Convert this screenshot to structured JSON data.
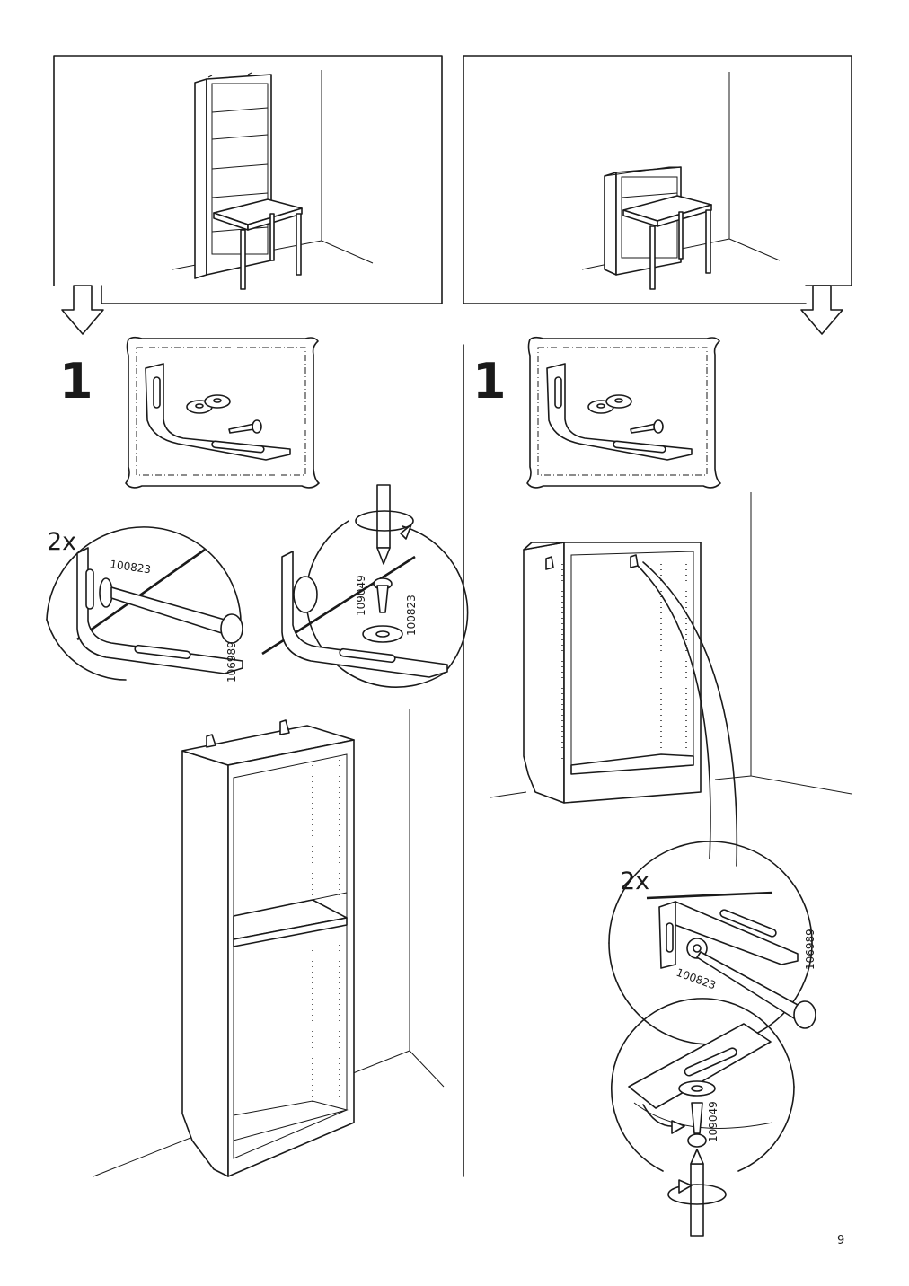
{
  "left_column": {
    "step_number": "1",
    "quantity_label": "2x",
    "part_codes": {
      "washer": "100823",
      "bracket_screw": "106989",
      "wood_screw": "109049"
    }
  },
  "right_column": {
    "step_number": "1",
    "quantity_label": "2x",
    "part_codes": {
      "washer": "100823",
      "bracket_screw": "106989",
      "wood_screw": "109049"
    }
  },
  "footer": {
    "page_number": "9"
  }
}
